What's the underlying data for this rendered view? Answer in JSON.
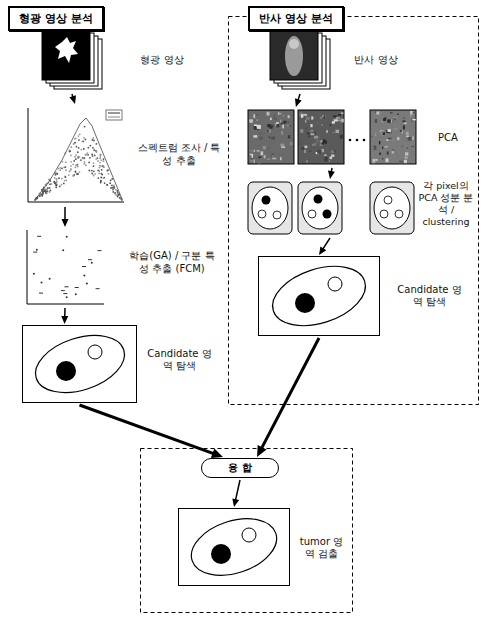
{
  "diagram": {
    "nodes": [
      {
        "text": [
          "형광 영상 분석"
        ]
      },
      {
        "text": [
          "반사 영상 분석"
        ]
      },
      {
        "text": [
          "형광 영상"
        ]
      },
      {
        "text": [
          "스펙트럼 조사 / 특성 추출"
        ]
      },
      {
        "text": [
          "학습(GA) / 구분 특성 추출 (FCM)"
        ]
      },
      {
        "text": [
          "Candidate 영역 탐색"
        ]
      },
      {
        "text": [
          "반사 영상"
        ]
      },
      {
        "text": [
          "PCA"
        ]
      },
      {
        "text": [
          "각 pixel의 PCA 성분 분석 / clustering"
        ]
      },
      {
        "text": [
          "Candidate 영역 탐색"
        ]
      },
      {
        "text": [
          "융 합"
        ]
      },
      {
        "text": [
          "tumor 영역 검출"
        ]
      }
    ],
    "edges": [
      {
        "from": 2,
        "to": 3,
        "arrow": "to"
      },
      {
        "from": 3,
        "to": 4,
        "arrow": "to"
      },
      {
        "from": 4,
        "to": 5,
        "arrow": "to"
      },
      {
        "from": 6,
        "to": 7,
        "arrow": "to"
      },
      {
        "from": 7,
        "to": 8,
        "arrow": "to"
      },
      {
        "from": 8,
        "to": 9,
        "arrow": "to"
      },
      {
        "from": 5,
        "to": 10,
        "arrow": "to"
      },
      {
        "from": 9,
        "to": 10,
        "arrow": "to"
      },
      {
        "from": 10,
        "to": 11,
        "arrow": "to"
      }
    ]
  }
}
